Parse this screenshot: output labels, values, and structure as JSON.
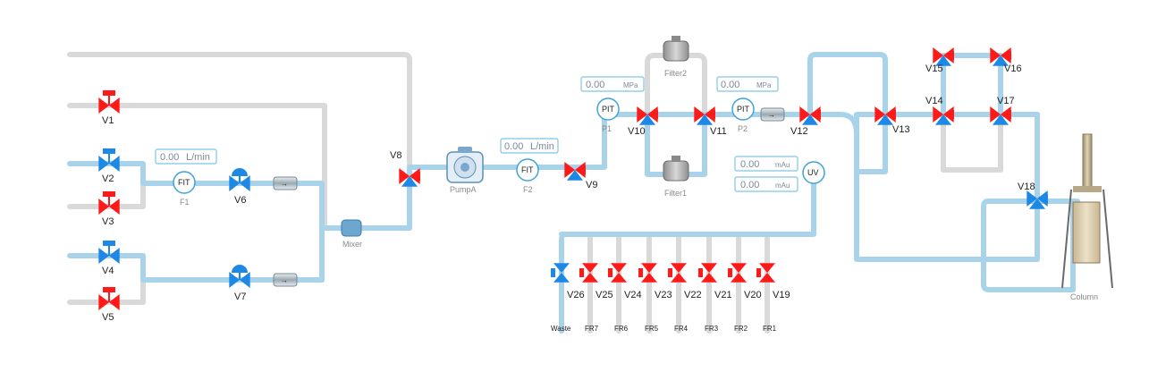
{
  "colors": {
    "pipe_active": "#a8d3ea",
    "pipe_idle": "#d9d9d9",
    "valve_open": "#1e88e5",
    "valve_closed": "#ff1a1a"
  },
  "valves": {
    "v1": "V1",
    "v2": "V2",
    "v3": "V3",
    "v4": "V4",
    "v5": "V5",
    "v6": "V6",
    "v7": "V7",
    "v8": "V8",
    "v9": "V9",
    "v10": "V10",
    "v11": "V11",
    "v12": "V12",
    "v13": "V13",
    "v14": "V14",
    "v15": "V15",
    "v16": "V16",
    "v17": "V17",
    "v18": "V18",
    "v19": "V19",
    "v20": "V20",
    "v21": "V21",
    "v22": "V22",
    "v23": "V23",
    "v24": "V24",
    "v25": "V25",
    "v26": "V26"
  },
  "instruments": {
    "f1": {
      "tag": "FIT",
      "name": "F1",
      "value": "0.00",
      "unit": "L/min"
    },
    "f2": {
      "tag": "FIT",
      "name": "F2",
      "value": "0.00",
      "unit": "L/min"
    },
    "p1": {
      "tag": "PIT",
      "name": "P1",
      "value": "0.00",
      "unit": "MPa"
    },
    "p2": {
      "tag": "PIT",
      "name": "P2",
      "value": "0.00",
      "unit": "MPa"
    },
    "uv": {
      "tag": "UV",
      "value1": "0.00",
      "unit1": "mAu",
      "value2": "0.00",
      "unit2": "mAu"
    }
  },
  "equipment": {
    "mixer": "Mixer",
    "pump": "PumpA",
    "filter1": "Filter1",
    "filter2": "Filter2",
    "column": "Column"
  },
  "outlets": {
    "waste": "Waste",
    "fr7": "FR7",
    "fr6": "FR6",
    "fr5": "FR5",
    "fr4": "FR4",
    "fr3": "FR3",
    "fr2": "FR2",
    "fr1": "FR1"
  }
}
